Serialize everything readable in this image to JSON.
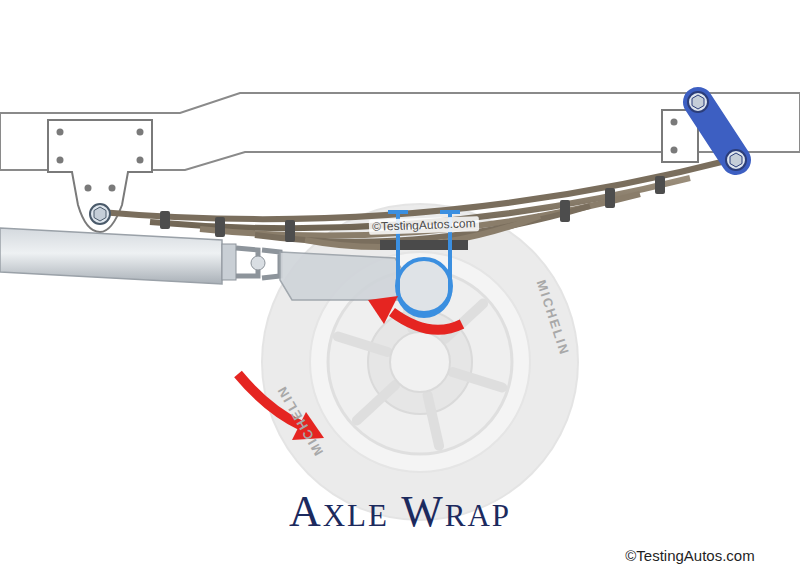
{
  "diagram": {
    "title": "Axle Wrap",
    "labels": [
      "©TestingAutos.com",
      "©TestingAutos.com",
      "MICHELIN",
      "MICHELIN"
    ]
  }
}
